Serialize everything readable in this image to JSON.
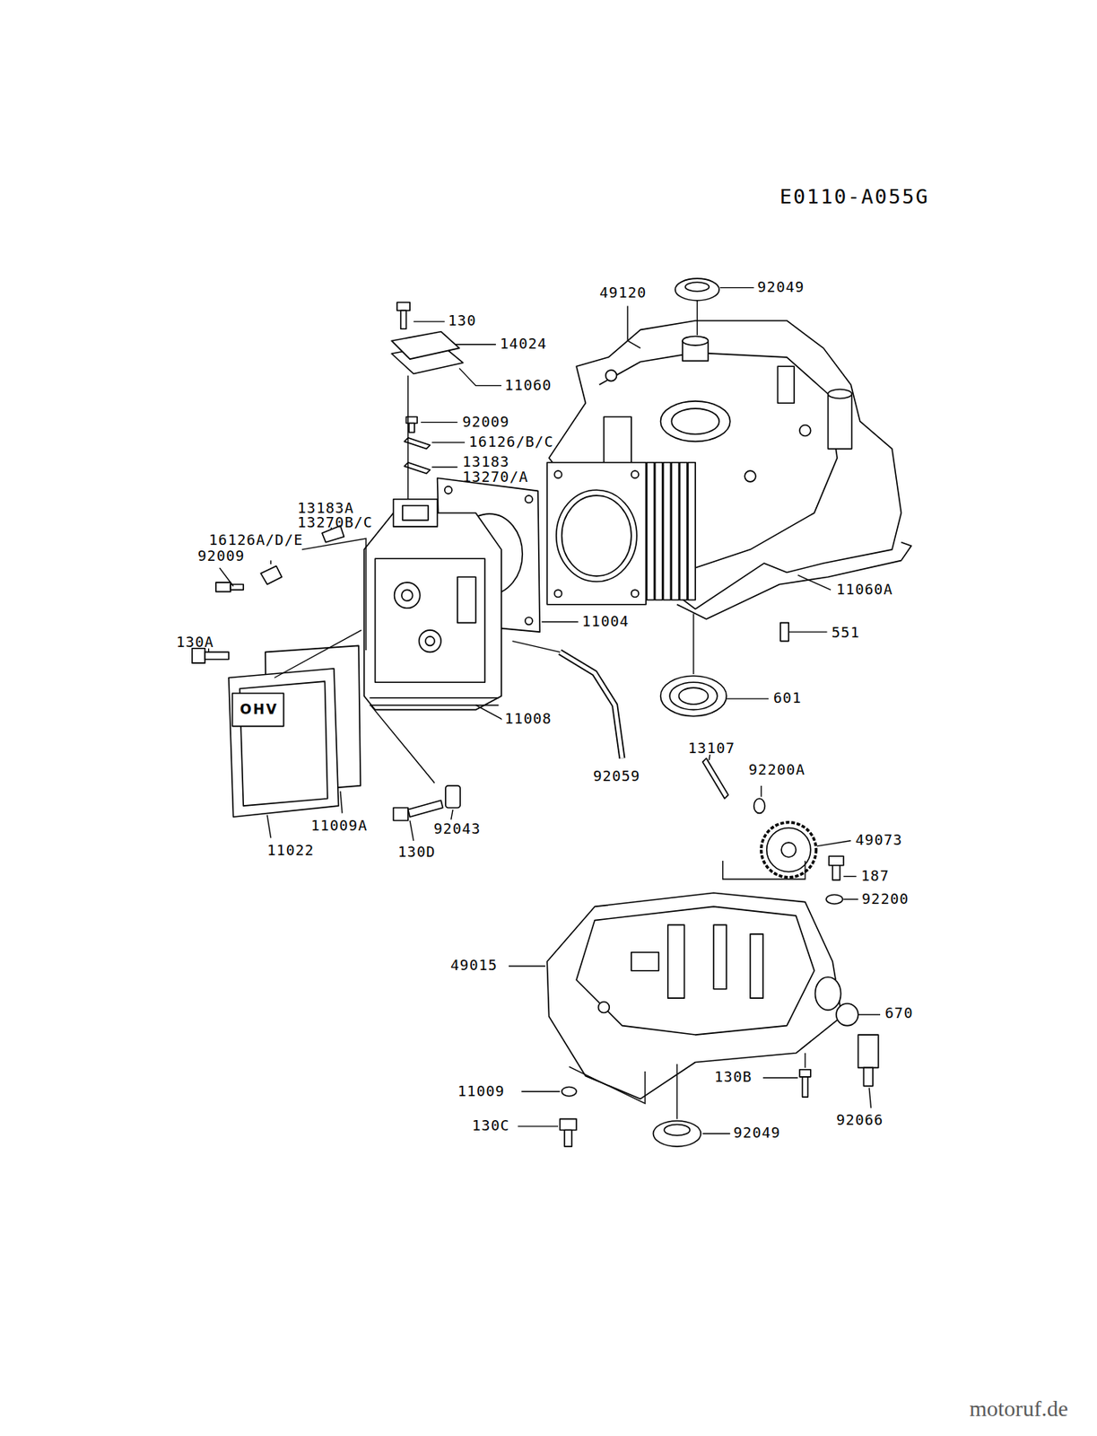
{
  "diagram": {
    "title": "E0110-A055G",
    "labels": [
      "49120",
      "92049",
      "130",
      "14024",
      "11060",
      "92009",
      "16126/B/C",
      "13183",
      "13270/A",
      "13183A",
      "13270B/C",
      "16126A/D/E",
      "92009",
      "11060A",
      "11004",
      "551",
      "130A",
      "601",
      "11008",
      "OHV",
      "13107",
      "92200A",
      "92059",
      "11009A",
      "92043",
      "49073",
      "11022",
      "130D",
      "187",
      "92200",
      "49015",
      "670",
      "130B",
      "11009",
      "92066",
      "130C",
      "92049",
      "motoruf.de"
    ]
  }
}
